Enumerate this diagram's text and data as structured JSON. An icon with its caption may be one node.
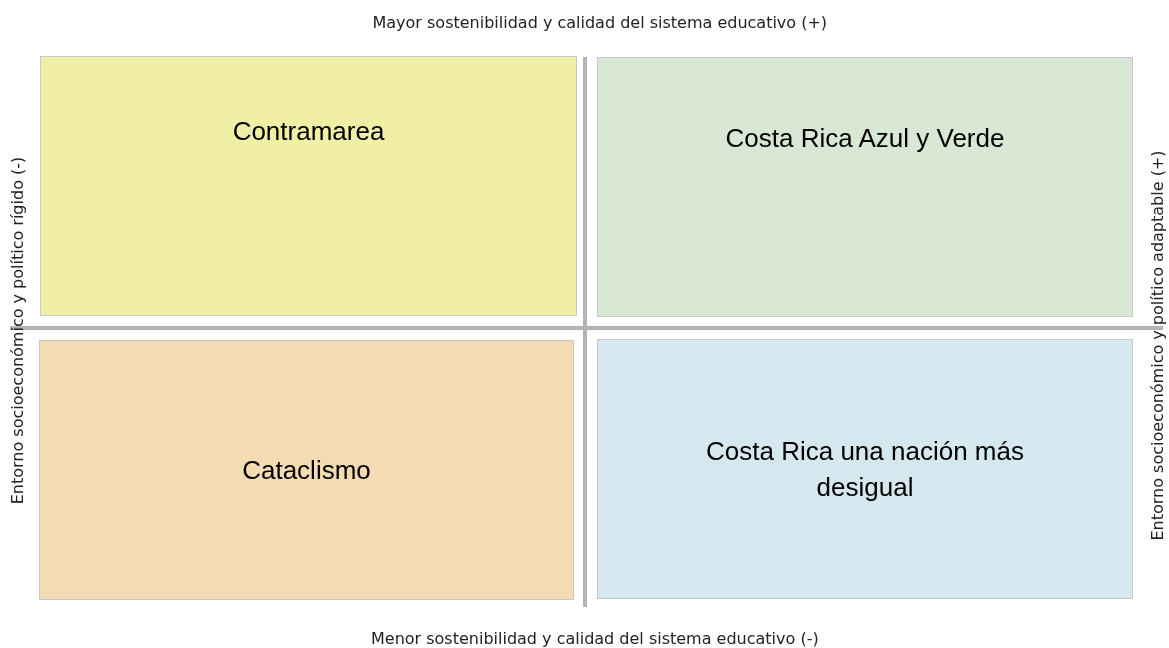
{
  "diagram": {
    "nodes": [
      {
        "text": [
          "Contramarea"
        ]
      },
      {
        "text": [
          "Costa Rica Azul y Verde"
        ]
      },
      {
        "text": [
          "Cataclismo"
        ]
      },
      {
        "text": [
          "Costa Rica una nación más desigual"
        ]
      }
    ],
    "labels": [
      "Mayor sostenibilidad y calidad del sistema educativo (+)",
      "Entorno socioeconómico y político rígido (-)",
      "Entorno socioeconómico y político adaptable (+)",
      "Menor sostenibilidad y calidad del sistema educativo (-)"
    ]
  }
}
